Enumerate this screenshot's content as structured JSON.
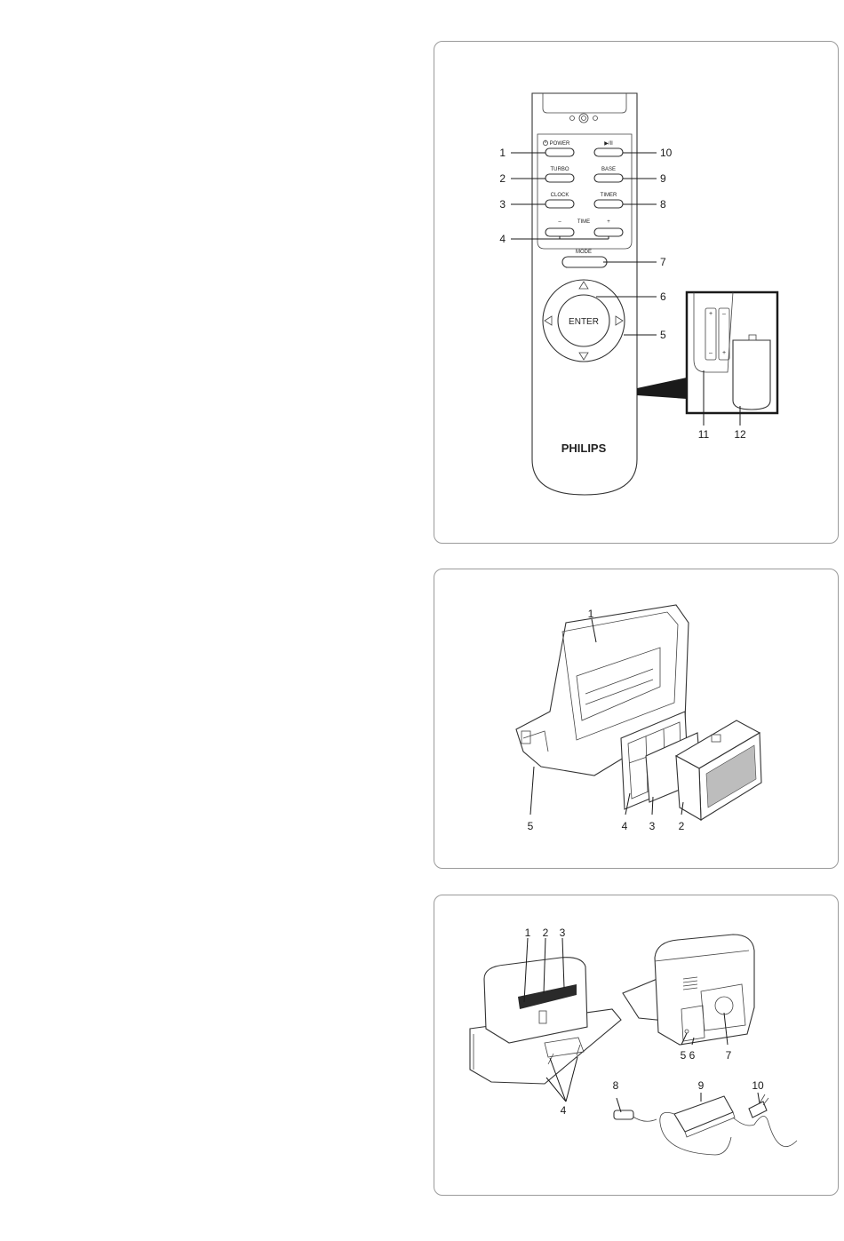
{
  "remote": {
    "buttons": {
      "power": "POWER",
      "play_pause": "▶/II",
      "turbo": "TURBO",
      "base": "BASE",
      "clock": "CLOCK",
      "timer": "TIMER",
      "minus": "–",
      "time": "TIME",
      "plus": "+",
      "mode": "MODE",
      "enter": "ENTER"
    },
    "brand": "PHILIPS",
    "callouts": [
      "1",
      "2",
      "3",
      "4",
      "5",
      "6",
      "7",
      "8",
      "9",
      "10",
      "11",
      "12"
    ]
  },
  "filter": {
    "callouts": [
      "1",
      "2",
      "3",
      "4",
      "5"
    ]
  },
  "base_station": {
    "callouts": [
      "1",
      "2",
      "3",
      "4",
      "5",
      "6",
      "7",
      "8",
      "9",
      "10"
    ]
  }
}
